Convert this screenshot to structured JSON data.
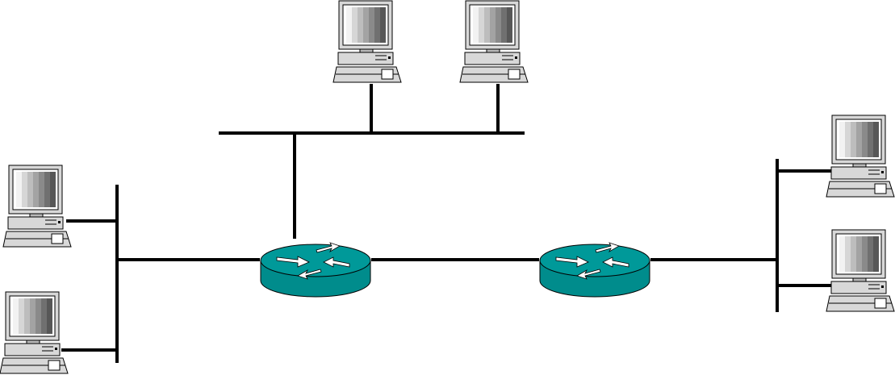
{
  "diagram": {
    "type": "network-topology",
    "colors": {
      "background": "#ffffff",
      "link": "#000000",
      "router_body": "#008c8c",
      "router_top": "#009999",
      "router_arrows": "#ffffff",
      "pc_case": "#d8d8d8",
      "pc_outline": "#000000"
    },
    "nodes": [
      {
        "id": "pc-top-1",
        "kind": "pc",
        "icon": "computer-icon"
      },
      {
        "id": "pc-top-2",
        "kind": "pc",
        "icon": "computer-icon"
      },
      {
        "id": "pc-left-1",
        "kind": "pc",
        "icon": "computer-icon"
      },
      {
        "id": "pc-left-2",
        "kind": "pc",
        "icon": "computer-icon"
      },
      {
        "id": "pc-right-1",
        "kind": "pc",
        "icon": "computer-icon"
      },
      {
        "id": "pc-right-2",
        "kind": "pc",
        "icon": "computer-icon"
      },
      {
        "id": "router-1",
        "kind": "router",
        "icon": "router-icon"
      },
      {
        "id": "router-2",
        "kind": "router",
        "icon": "router-icon"
      }
    ],
    "segments": [
      {
        "id": "top-lan",
        "members": [
          "pc-top-1",
          "pc-top-2",
          "router-1"
        ]
      },
      {
        "id": "left-lan",
        "members": [
          "pc-left-1",
          "pc-left-2",
          "router-1"
        ]
      },
      {
        "id": "right-lan",
        "members": [
          "pc-right-1",
          "pc-right-2",
          "router-2"
        ]
      },
      {
        "id": "wan-link",
        "members": [
          "router-1",
          "router-2"
        ]
      }
    ]
  }
}
